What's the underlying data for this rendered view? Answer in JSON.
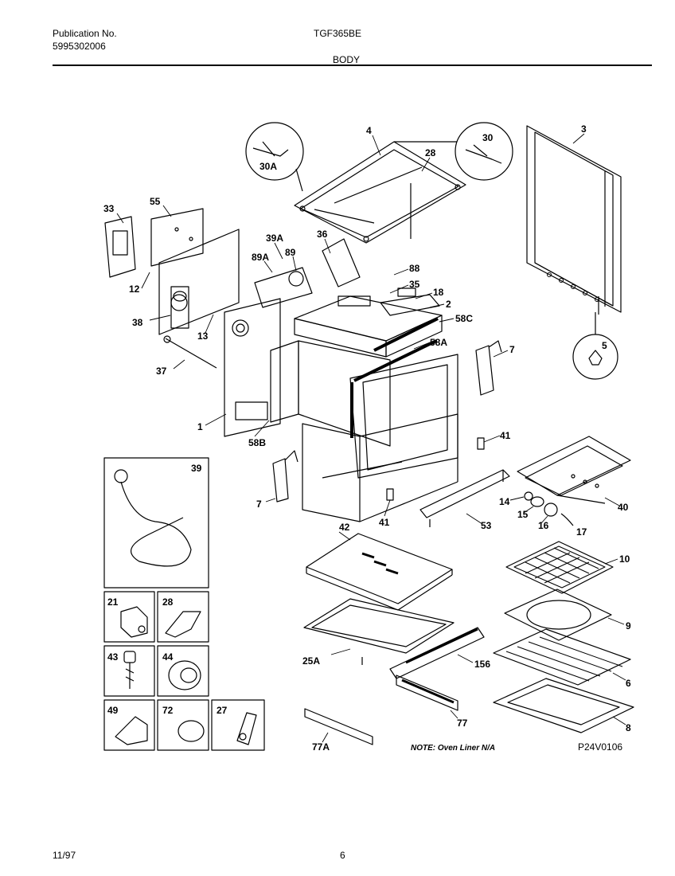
{
  "header": {
    "publication_label": "Publication No.",
    "publication_number": "5995302006",
    "model": "TGF365BE",
    "section": "BODY"
  },
  "footer": {
    "date": "11/97",
    "page": "6"
  },
  "diagram": {
    "note": "NOTE: Oven Liner N/A",
    "figure_code": "P24V0106",
    "labels": {
      "l4": "4",
      "l3": "3",
      "l30": "30",
      "l30A": "30A",
      "l28top": "28",
      "l33": "33",
      "l55": "55",
      "l39A": "39A",
      "l36": "36",
      "l89A": "89A",
      "l89": "89",
      "l88": "88",
      "l35": "35",
      "l18": "18",
      "l2": "2",
      "l58C": "58C",
      "l12": "12",
      "l38": "38",
      "l13": "13",
      "l37": "37",
      "l58A": "58A",
      "l7a": "7",
      "l5": "5",
      "l1": "1",
      "l58B": "58B",
      "l41a": "41",
      "l39": "39",
      "l7b": "7",
      "l41b": "41",
      "l53": "53",
      "l40": "40",
      "l14": "14",
      "l15": "15",
      "l16": "16",
      "l17": "17",
      "l42": "42",
      "l10": "10",
      "l21": "21",
      "l28box": "28",
      "l9": "9",
      "l43": "43",
      "l44": "44",
      "l25A": "25A",
      "l156": "156",
      "l6": "6",
      "l49": "49",
      "l72": "72",
      "l27": "27",
      "l77": "77",
      "l77A": "77A",
      "l8": "8"
    }
  }
}
